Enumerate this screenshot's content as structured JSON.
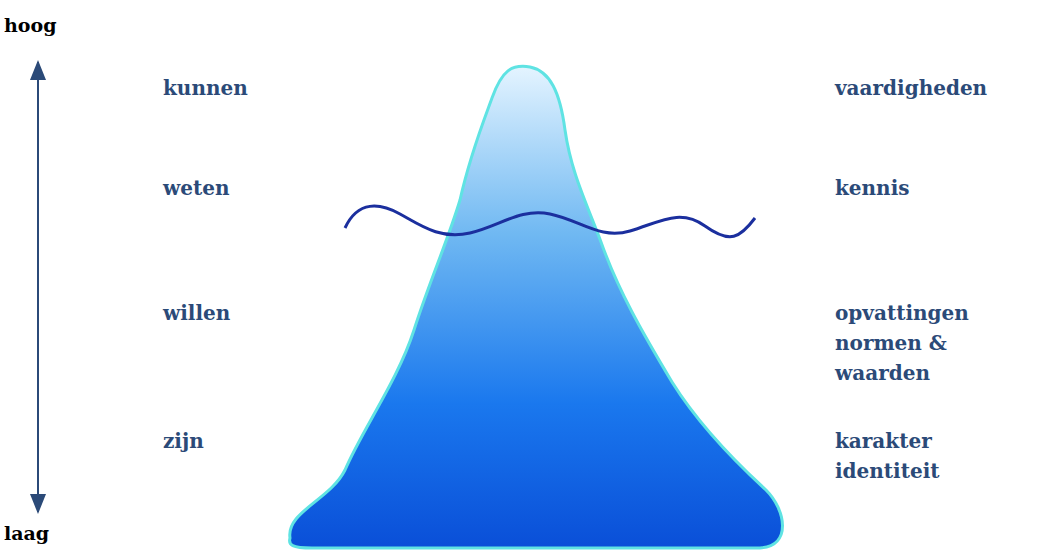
{
  "diagram": {
    "labels": [
      "hoog",
      "kunnen",
      "vaardigheden",
      "weten",
      "kennis",
      "willen",
      "opvattingen normen & waarden",
      "zijn",
      "karakter identiteit",
      "laag"
    ]
  }
}
